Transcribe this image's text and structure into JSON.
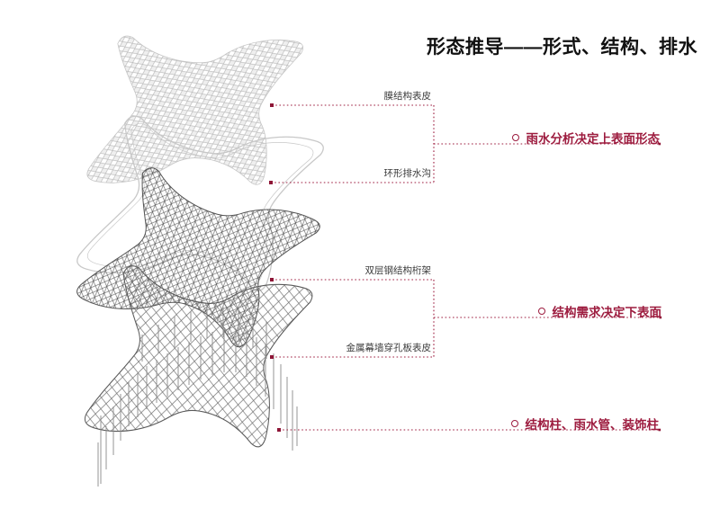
{
  "title": "形态推导——形式、结构、排水",
  "colors": {
    "accent": "#9d1c3f",
    "label_text": "#3c3c3c",
    "diagram_line": "#8a8a8a",
    "background": "#ffffff"
  },
  "component_labels": {
    "membrane_skin": "膜结构表皮",
    "drain_ring": "环形排水沟",
    "steel_truss": "双层钢结构桁架",
    "perforated_skin": "金属幕墙穿孔板表皮"
  },
  "annotations": {
    "upper_surface": "雨水分析决定上表面形态",
    "lower_surface": "结构需求决定下表面",
    "columns": "结构柱、雨水管、装饰柱"
  },
  "icons": {
    "bullet": "circle-outline"
  }
}
